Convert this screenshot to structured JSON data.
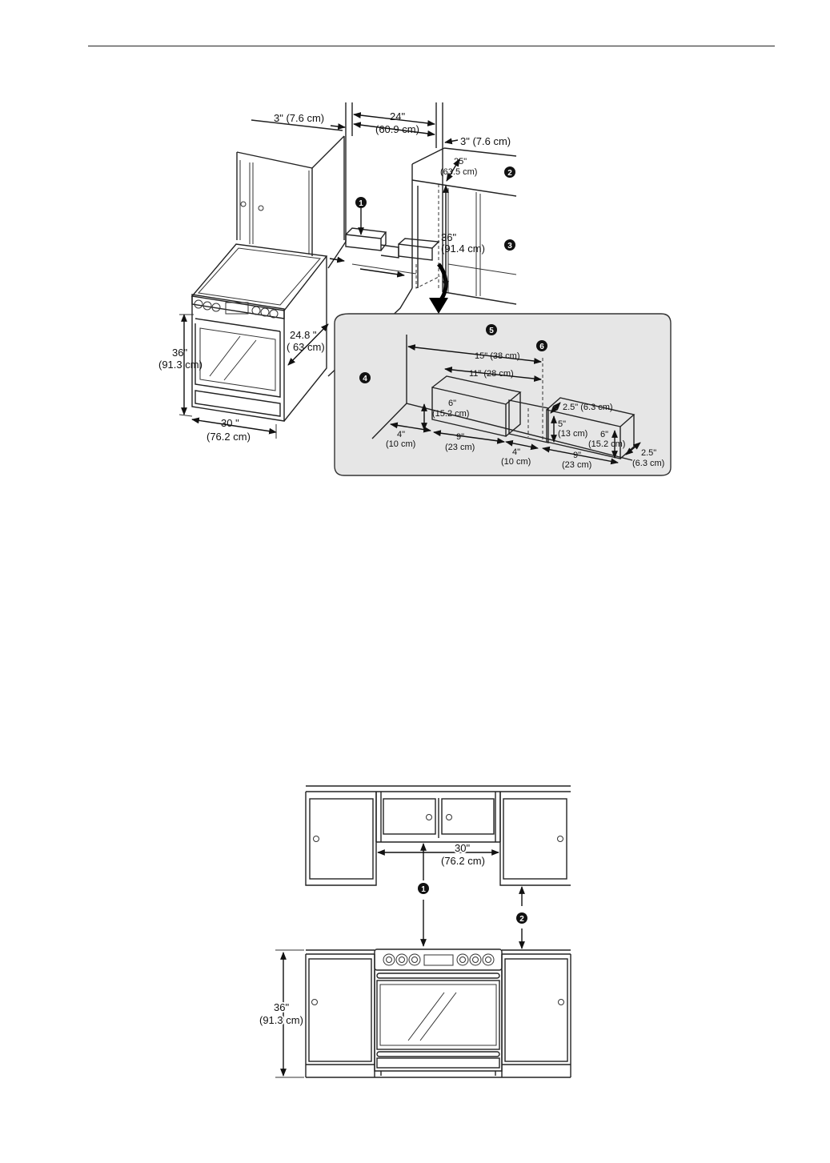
{
  "diagram1": {
    "side_clearance_left": "3\" (7.6 cm)",
    "width_in": "24\"",
    "width_cm": "(60.9 cm)",
    "side_clearance_right": "3\" (7.6 cm)",
    "depth_in": "25\"",
    "depth_cm": "(63.5 cm)",
    "counter_height_in": "36\"",
    "counter_height_cm": "(91.4 cm)",
    "range_height_in": "36\"",
    "range_height_cm": "(91.3 cm)",
    "range_depth_in": "24.8 \"",
    "range_depth_cm": "( 63  cm)",
    "range_width_in": "30 \"",
    "range_width_cm": "(76.2 cm)",
    "badges": [
      "1",
      "2",
      "3"
    ]
  },
  "inset": {
    "len_15": "15\" (38 cm)",
    "len_11": "11\" (28 cm)",
    "h6_in": "6\"",
    "h6_cm": "(15.2 cm)",
    "off4_in": "4\"",
    "off4_cm": "(10 cm)",
    "w9_in": "9\"",
    "w9_cm": "(23 cm)",
    "gap4_in": "4\"",
    "gap4_cm": "(10 cm)",
    "w9b_in": "9\"",
    "w9b_cm": "(23 cm)",
    "d25": "2.5\" (6.3 cm)",
    "h5_in": "5\"",
    "h5_cm": "(13 cm)",
    "h6b_in": "6\"",
    "h6b_cm": "(15.2 cm)",
    "d25b_in": "2.5\"",
    "d25b_cm": "(6.3 cm)",
    "badges": [
      "4",
      "5",
      "6"
    ]
  },
  "diagram2": {
    "width_in": "30\"",
    "width_cm": "(76.2 cm)",
    "height_in": "36\"",
    "height_cm": "(91.3 cm)",
    "badges": [
      "1",
      "2"
    ]
  }
}
